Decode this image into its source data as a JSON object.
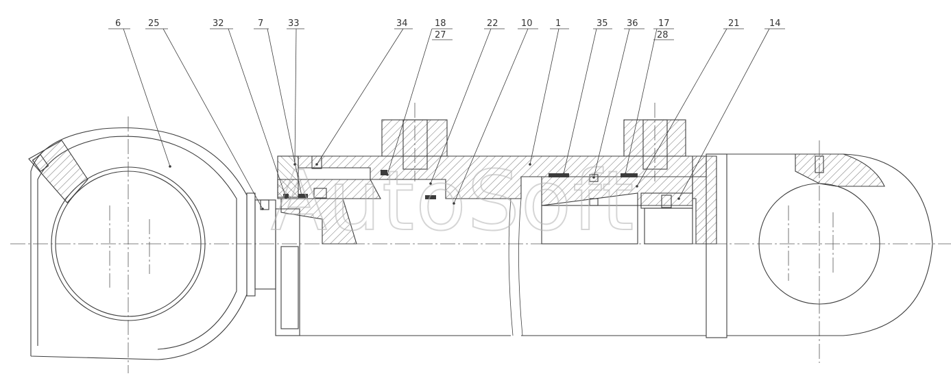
{
  "drawing": {
    "watermark": "AutoSoft",
    "part_labels": [
      {
        "id": "p6",
        "text": "6"
      },
      {
        "id": "p25",
        "text": "25"
      },
      {
        "id": "p32",
        "text": "32"
      },
      {
        "id": "p7",
        "text": "7"
      },
      {
        "id": "p33",
        "text": "33"
      },
      {
        "id": "p34",
        "text": "34"
      },
      {
        "id": "p18",
        "text": "18"
      },
      {
        "id": "p27",
        "text": "27"
      },
      {
        "id": "p22",
        "text": "22"
      },
      {
        "id": "p10",
        "text": "10"
      },
      {
        "id": "p1",
        "text": "1"
      },
      {
        "id": "p35",
        "text": "35"
      },
      {
        "id": "p36",
        "text": "36"
      },
      {
        "id": "p17",
        "text": "17"
      },
      {
        "id": "p28",
        "text": "28"
      },
      {
        "id": "p21",
        "text": "21"
      },
      {
        "id": "p14",
        "text": "14"
      }
    ]
  }
}
